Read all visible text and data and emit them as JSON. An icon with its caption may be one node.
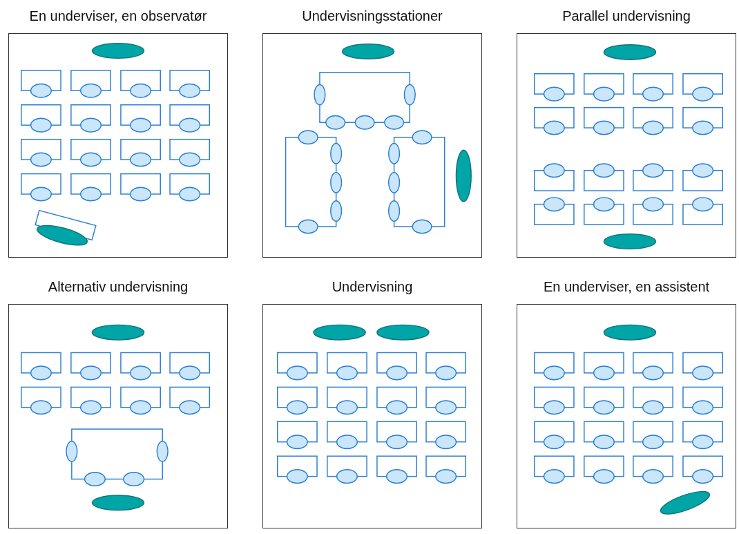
{
  "diagram": {
    "nodes": [
      {
        "text": [
          "En underviser, en observatør"
        ]
      },
      {
        "text": [
          "Undervisningsstationer"
        ]
      },
      {
        "text": [
          "Parallel undervisning"
        ]
      },
      {
        "text": [
          "Alternativ undervisning"
        ]
      },
      {
        "text": [
          "Undervisning"
        ]
      },
      {
        "text": [
          "En underviser, en assistent"
        ]
      }
    ]
  }
}
